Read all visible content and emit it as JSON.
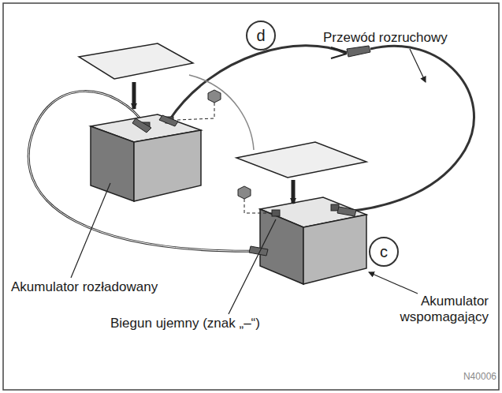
{
  "diagram": {
    "nodes": [
      {
        "text": [
          "d"
        ]
      },
      {
        "text": [
          "c"
        ]
      }
    ],
    "labels": [
      "Przewód rozruchowy",
      "Akumulator rozładowany",
      "Biegun ujemny (znak „–“)",
      "Akumulator wspomagający",
      "N40006"
    ]
  }
}
